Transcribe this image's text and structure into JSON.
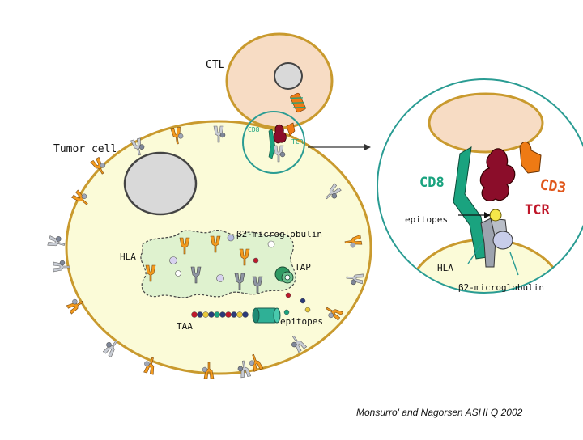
{
  "labels": {
    "ctl": "CTL",
    "tumor_cell": "Tumor cell",
    "cd8_small": "CD8",
    "tcr_small": "TCR",
    "cd8_big": "CD8",
    "cd3_big": "CD3",
    "tcr_big": "TCR",
    "epitopes_right": "epitopes",
    "hla_right": "HLA",
    "b2m_right": "β2-microglobulin",
    "b2m_left": "β2-microglobulin",
    "hla_left": "HLA",
    "tap": "TAP",
    "taa": "TAA",
    "epitopes_left": "epitopes"
  },
  "credit": "Monsurro' and Nagorsen ASHI Q 2002",
  "colors": {
    "ctl_cell": "#f7dcc4",
    "tumor_cell": "#fbfbd8",
    "cell_border": "#c99a2e",
    "nucleus": "#d9d9d9",
    "er": "#dff2cf",
    "hla_orange": "#f39a1e",
    "tcr_red": "#8b0d2a",
    "cd8_teal": "#1aa37f",
    "circle_teal": "#2a9c93",
    "cd3_orange": "#ee7a14"
  }
}
